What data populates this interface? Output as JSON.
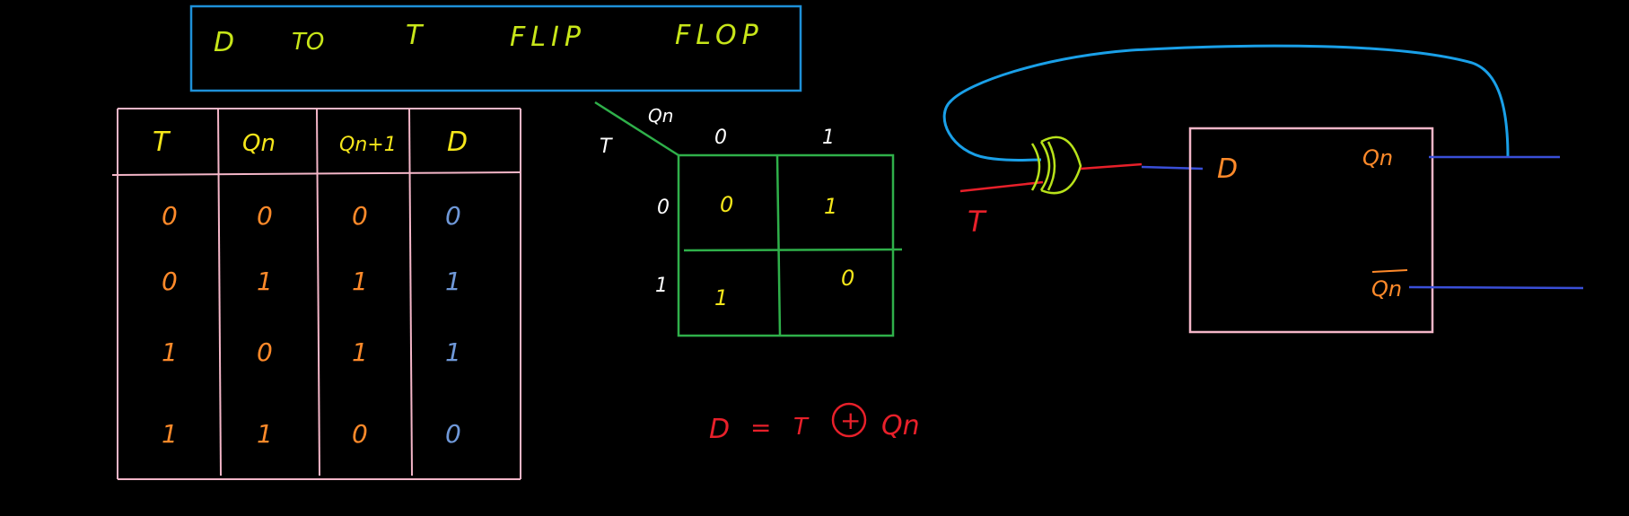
{
  "title": {
    "words": [
      "D",
      "TO",
      "T",
      "FLIP",
      "FLOP"
    ]
  },
  "truth_table": {
    "headers": [
      "T",
      "Qn",
      "Qn+1",
      "D"
    ],
    "rows": [
      [
        "0",
        "0",
        "0",
        "0"
      ],
      [
        "0",
        "1",
        "1",
        "1"
      ],
      [
        "1",
        "0",
        "1",
        "1"
      ],
      [
        "1",
        "1",
        "0",
        "0"
      ]
    ]
  },
  "kmap": {
    "col_var": "Qn",
    "row_var": "T",
    "col_labels": [
      "0",
      "1"
    ],
    "row_labels": [
      "0",
      "1"
    ],
    "cells": [
      [
        "0",
        "1"
      ],
      [
        "1",
        "0"
      ]
    ]
  },
  "equation": {
    "lhs": "D",
    "eq": "=",
    "t": "T",
    "op": "+",
    "qn": "Qn"
  },
  "circuit": {
    "input_label": "T",
    "d_label": "D",
    "q_label": "Qn",
    "qbar_label": "Qn"
  },
  "colors": {
    "title_box": "#1e90d8",
    "title_text": "#c8e619",
    "table_border": "#f4b6c8",
    "orange": "#ff8a2a",
    "blue_digit": "#6f98d8",
    "kmap_border": "#2fb04a",
    "yellow": "#f5e61a",
    "white": "#ffffff",
    "red": "#e8202a",
    "wire_blue": "#3a4fd8",
    "feedback": "#1aa0e8",
    "xor_gate": "#b8e21a"
  }
}
